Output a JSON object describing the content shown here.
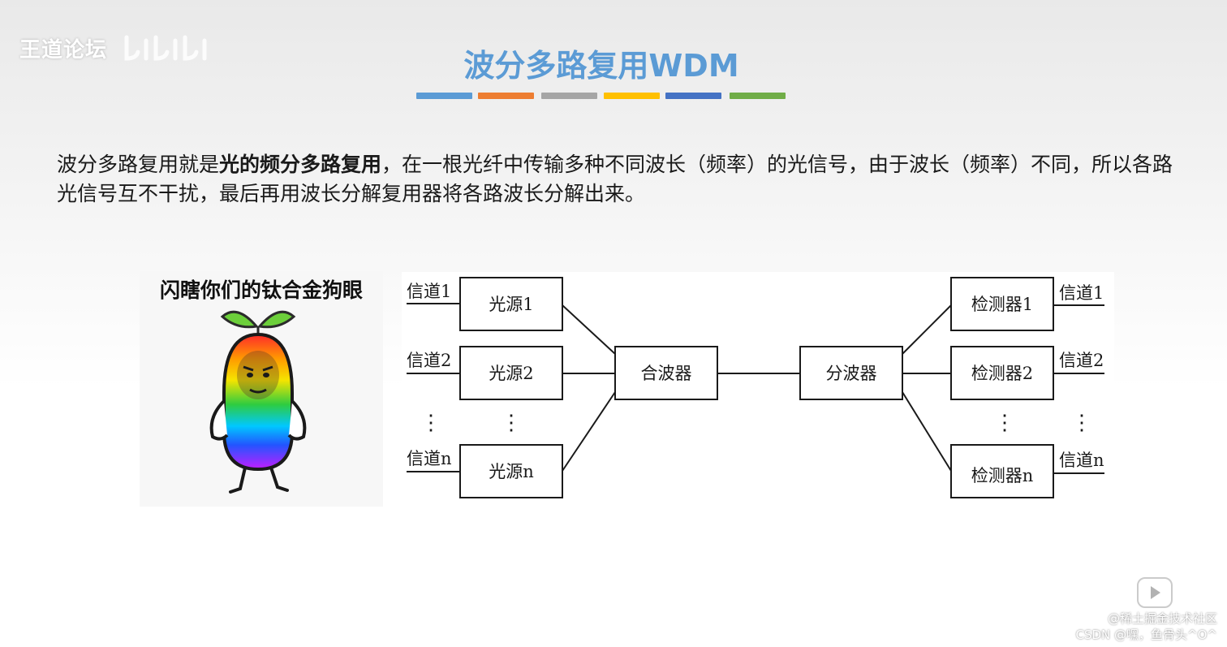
{
  "watermark": {
    "brand": "王道论坛"
  },
  "slide": {
    "title": "波分多路复用WDM",
    "accent_bar_colors": [
      "#5b9bd5",
      "#ed7d31",
      "#a5a5a5",
      "#ffc000",
      "#4472c4",
      "#70ad47"
    ],
    "paragraph": {
      "part1": "波分多路复用就是",
      "bold": "光的频分多路复用",
      "part2": "，在一根光纤中传输多种不同波长（频率）的光信号，由于波长（频率）不同，所以各路光信号互不干扰，最后再用波长分解复用器将各路波长分解出来。"
    }
  },
  "meme": {
    "caption": "闪瞎你们的钛合金狗眼"
  },
  "diagram": {
    "input_channels": [
      "信道1",
      "信道2",
      "信道n"
    ],
    "sources": [
      "光源1",
      "光源2",
      "光源n"
    ],
    "multiplexer": "合波器",
    "demultiplexer": "分波器",
    "detectors": [
      "检测器1",
      "检测器2",
      "检测器n"
    ],
    "output_channels": [
      "信道1",
      "信道2",
      "信道n"
    ],
    "ellipsis": "⋮"
  },
  "footer": {
    "line1": "@稀土掘金技术社区",
    "line2": "CSDN @嘿，鱼骨头^O^"
  },
  "icons": {
    "watermark_logo": "bilibili-logo-icon",
    "badge": "csdn-play-badge-icon"
  }
}
